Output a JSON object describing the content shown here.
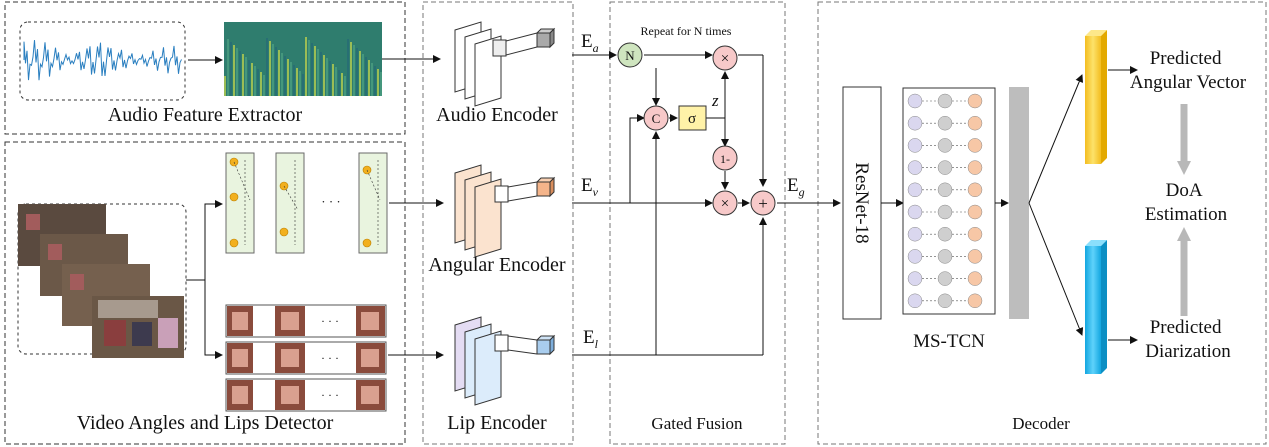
{
  "sections": {
    "audio_feature_extractor": "Audio Feature Extractor",
    "video_detector": "Video Angles and Lips Detector",
    "gated_fusion": "Gated Fusion",
    "decoder": "Decoder"
  },
  "encoders": {
    "audio": "Audio Encoder",
    "angular": "Angular Encoder",
    "lip": "Lip Encoder"
  },
  "embeddings": {
    "audio": {
      "base": "E",
      "sub": "a"
    },
    "video": {
      "base": "E",
      "sub": "v"
    },
    "lip": {
      "base": "E",
      "sub": "l"
    },
    "gated": {
      "base": "E",
      "sub": "g"
    }
  },
  "fusion": {
    "repeat_label": "Repeat for N times",
    "n_node": "N",
    "concat_node": "C",
    "sigma_node": "σ",
    "z_label": "z",
    "one_minus_node": "1-",
    "multiply_symbol": "×",
    "add_symbol": "+"
  },
  "decoder": {
    "resnet": "ResNet-18",
    "mstcn": "MS-TCN",
    "angular_vector_line1": "Predicted",
    "angular_vector_line2": "Angular Vector",
    "doa_line1": "DoA",
    "doa_line2": "Estimation",
    "diarization_line1": "Predicted",
    "diarization_line2": "Diarization"
  },
  "ellipsis": "· · ·",
  "colors": {
    "audio_wave": "#2a7fc0",
    "spectrogram": "#3a8c70",
    "audio_encoder_box": "#a9a9a9",
    "angular_encoder_face": "#fbe3cf",
    "angular_encoder_box": "#f4b48a",
    "lip_encoder_face": "#dcecfb",
    "lip_encoder_box": "#a9cdee",
    "node_pink": "#f7c9c9",
    "node_green": "#cfe5bf",
    "sigma_yellow": "#fff2a8",
    "mstcn_purple": "#dad7ef",
    "mstcn_gray": "#cfcfcf",
    "mstcn_orange": "#f7c7a6",
    "angle_panel": "#e9f4df",
    "decoder_bar": "#bdbdbd",
    "yellow_bar": "#fcd33d",
    "blue_bar": "#2ebdf3"
  }
}
